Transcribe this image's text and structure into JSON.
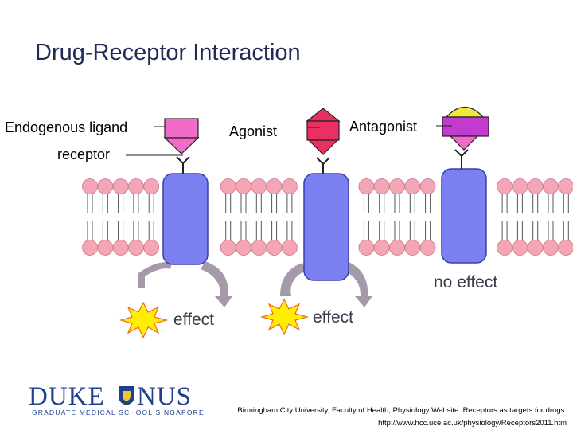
{
  "title": "Drug-Receptor Interaction",
  "labels": {
    "endogenous_ligand": "Endogenous ligand",
    "agonist": "Agonist",
    "antagonist": "Antagonist",
    "receptor": "receptor",
    "effect_1": "effect",
    "effect_2": "effect",
    "no_effect": "no effect"
  },
  "logo": {
    "duke": "DUKE",
    "nus": "NUS",
    "subtitle": "GRADUATE MEDICAL SCHOOL SINGAPORE"
  },
  "citation": {
    "line1": "Birmingham City University, Faculty of Health, Physiology Website. Receptors as targets for drugs.",
    "line2": "http://www.hcc.uce.ac.uk/physiology/Receptors2011.htm"
  },
  "colors": {
    "title": "#1f2a55",
    "receptor": "#7b7ff0",
    "lipid_head": "#f4a6b7",
    "endogenous_ligand": "#f26bc8",
    "agonist": "#ea2f63",
    "antagonist": "#c23ad0",
    "antagonist_cap": "#f0e83a",
    "effect_star": "#ffee00",
    "arrow": "#a59aaa"
  }
}
